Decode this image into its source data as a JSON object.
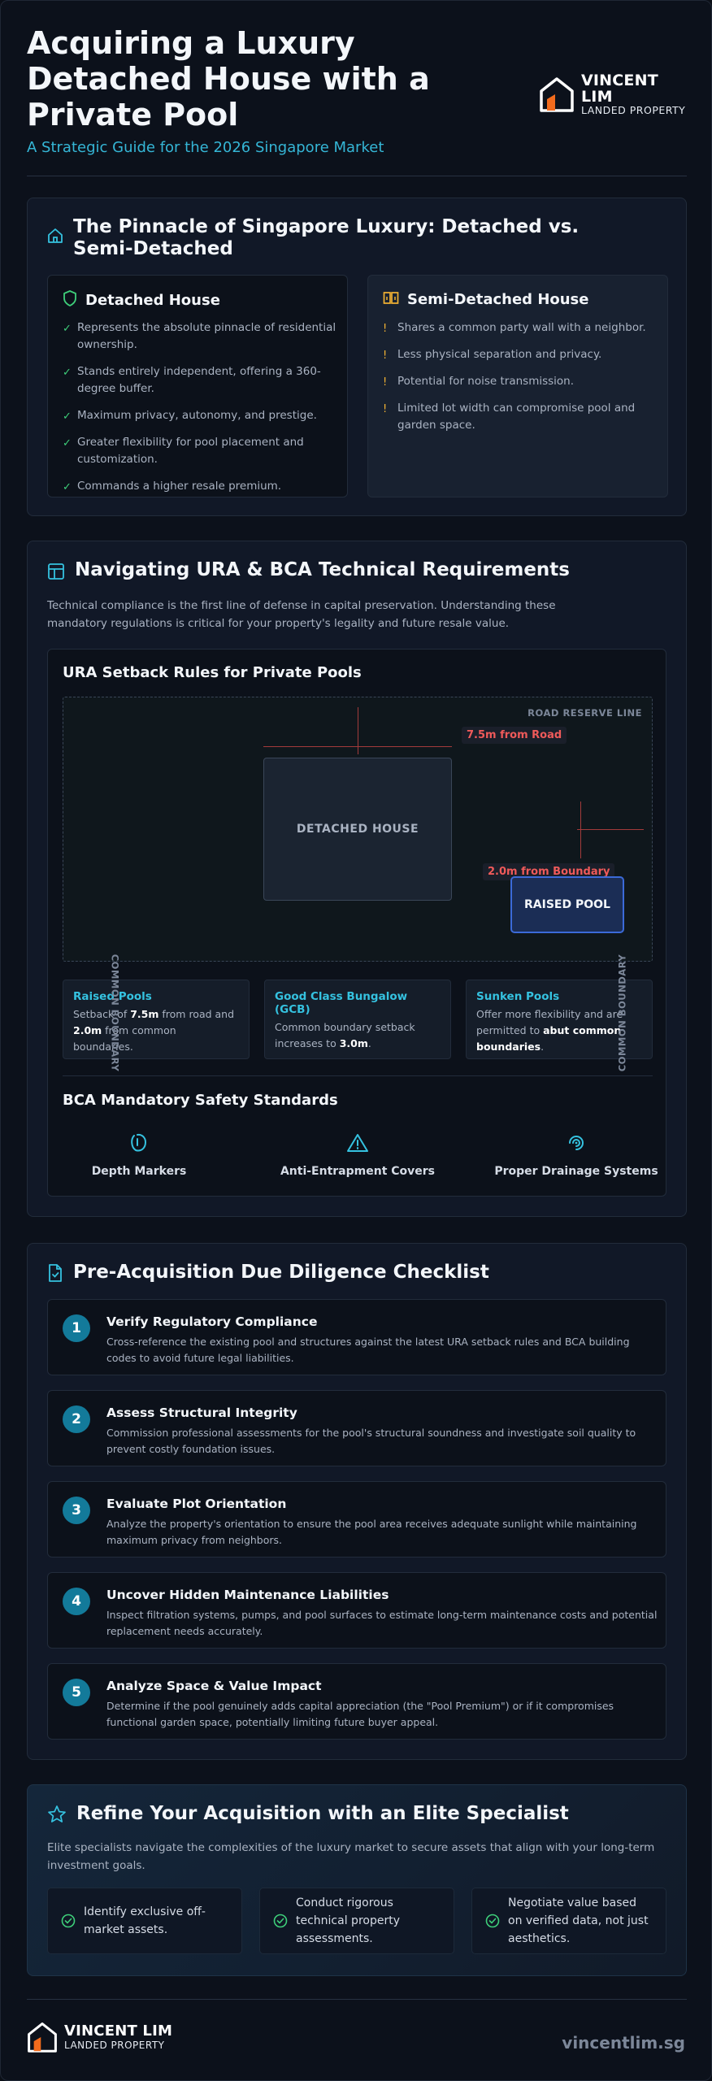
{
  "header": {
    "title": "Acquiring a Luxury Detached House with a Private Pool",
    "subtitle": "A Strategic Guide for the 2026 Singapore Market"
  },
  "brand": {
    "name": "VINCENT LIM",
    "tagline": "LANDED PROPERTY",
    "url": "vincentlim.sg",
    "accent": "#f26b1d"
  },
  "section1": {
    "title": "The Pinnacle of Singapore Luxury: Detached vs. Semi-Detached",
    "detached": {
      "title": "Detached House",
      "items": [
        "Represents the absolute pinnacle of residential ownership.",
        "Stands entirely independent, offering a 360-degree buffer.",
        "Maximum privacy, autonomy, and prestige.",
        "Greater flexibility for pool placement and customization.",
        "Commands a higher resale premium."
      ]
    },
    "semi": {
      "title": "Semi-Detached House",
      "items": [
        "Shares a common party wall with a neighbor.",
        "Less physical separation and privacy.",
        "Potential for noise transmission.",
        "Limited lot width can compromise pool and garden space."
      ]
    }
  },
  "section2": {
    "title": "Navigating URA & BCA Technical Requirements",
    "intro": "Technical compliance is the first line of defense in capital preservation. Understanding these mandatory regulations is critical for your property's legality and future resale value.",
    "setback_title": "URA Setback Rules for Private Pools",
    "diagram": {
      "road_label": "ROAD RESERVE LINE",
      "road_setback": "7.5m from Road",
      "house_label": "DETACHED HOUSE",
      "boundary_setback": "2.0m from Boundary",
      "pool_label": "RAISED POOL",
      "left_boundary": "COMMON BOUNDARY",
      "right_boundary": "COMMON BOUNDARY"
    },
    "rules": [
      {
        "title": "Raised Pools",
        "pre": "Setback of ",
        "b1": "7.5m",
        "mid": " from road and ",
        "b2": "2.0m",
        "post": " from common boundaries."
      },
      {
        "title": "Good Class Bungalow (GCB)",
        "pre": "Common boundary setback increases to ",
        "b1": "3.0m",
        "post": "."
      },
      {
        "title": "Sunken Pools",
        "pre": "Offer more flexibility and are permitted to ",
        "b1": "abut common boundaries",
        "post": "."
      }
    ],
    "bca_title": "BCA Mandatory Safety Standards",
    "standards": [
      "Depth Markers",
      "Anti-Entrapment Covers",
      "Proper Drainage Systems"
    ]
  },
  "section3": {
    "title": "Pre-Acquisition Due Diligence Checklist",
    "steps": [
      {
        "num": "1",
        "title": "Verify Regulatory Compliance",
        "desc": "Cross-reference the existing pool and structures against the latest URA setback rules and BCA building codes to avoid future legal liabilities."
      },
      {
        "num": "2",
        "title": "Assess Structural Integrity",
        "desc": "Commission professional assessments for the pool's structural soundness and investigate soil quality to prevent costly foundation issues."
      },
      {
        "num": "3",
        "title": "Evaluate Plot Orientation",
        "desc": "Analyze the property's orientation to ensure the pool area receives adequate sunlight while maintaining maximum privacy from neighbors."
      },
      {
        "num": "4",
        "title": "Uncover Hidden Maintenance Liabilities",
        "desc": "Inspect filtration systems, pumps, and pool surfaces to estimate long-term maintenance costs and potential replacement needs accurately."
      },
      {
        "num": "5",
        "title": "Analyze Space & Value Impact",
        "desc": "Determine if the pool genuinely adds capital appreciation (the \"Pool Premium\") or if it compromises functional garden space, potentially limiting future buyer appeal."
      }
    ]
  },
  "section4": {
    "title": "Refine Your Acquisition with an Elite Specialist",
    "intro": "Elite specialists navigate the complexities of the luxury market to secure assets that align with your long-term investment goals.",
    "features": [
      "Identify exclusive off-market assets.",
      "Conduct rigorous technical property assessments.",
      "Negotiate value based on verified data, not just aesthetics."
    ]
  }
}
